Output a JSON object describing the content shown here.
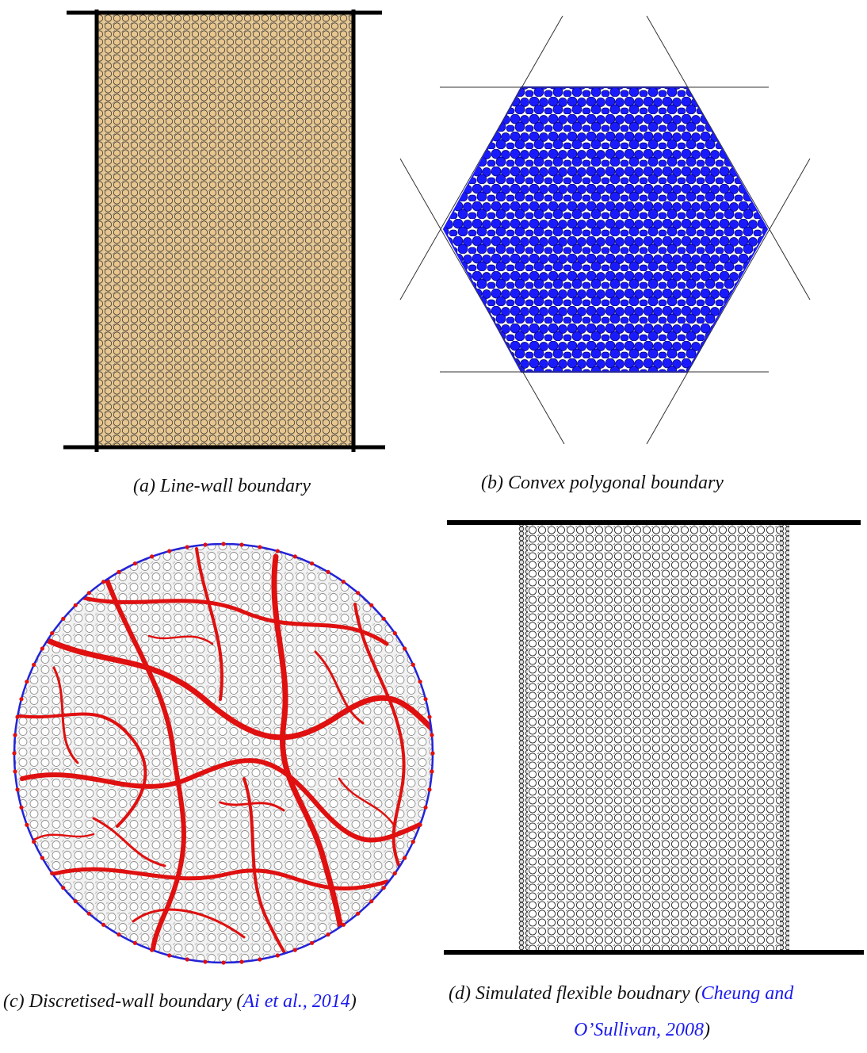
{
  "figure": {
    "panels": [
      {
        "id": "a",
        "caption": "(a) Line-wall boundary",
        "fill_color": "#e7c68f",
        "wall_color": "#000000"
      },
      {
        "id": "b",
        "caption": "(b) Convex polygonal boundary",
        "fill_color": "#1a1aff",
        "wall_color": "#333333"
      },
      {
        "id": "c",
        "caption_prefix": "(c) Discretised-wall boundary (",
        "cite_text": "Ai et al., 2014",
        "caption_suffix": ")",
        "chain_color": "#e01010",
        "boundary_color": "#2323d8"
      },
      {
        "id": "d",
        "caption_line1_prefix": "(d) Simulated flexible boudnary (",
        "cite_line1": "Cheung and",
        "cite_line2": "O’Sullivan, 2008",
        "caption_line2_suffix": ")",
        "wall_color": "#000000",
        "particle_color": "#ffffff"
      }
    ]
  }
}
